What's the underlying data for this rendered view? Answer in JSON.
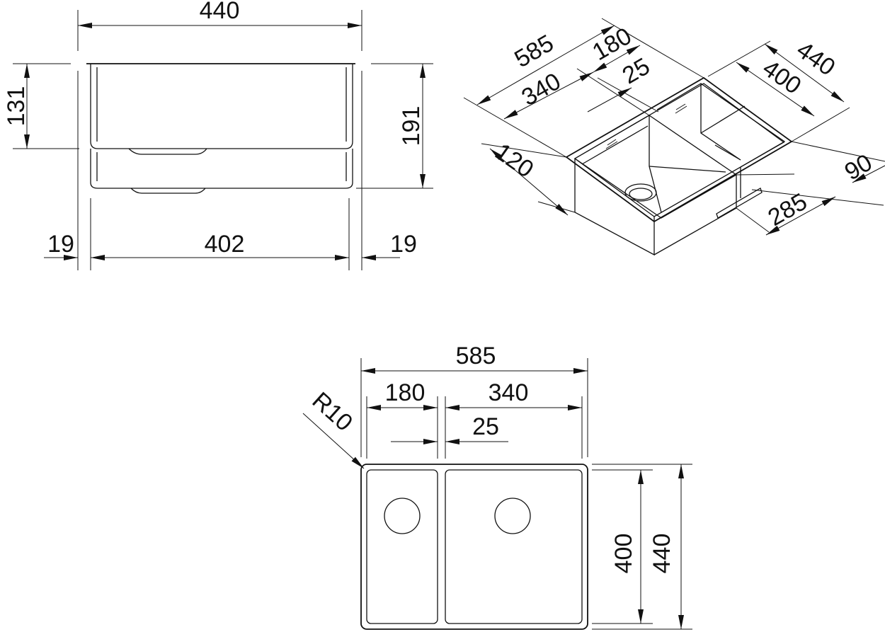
{
  "front_view": {
    "dims": {
      "overall_width": "440",
      "bowl_width": "402",
      "left_flange": "19",
      "right_flange": "19",
      "small_bowl_depth": "131",
      "large_bowl_depth": "191"
    }
  },
  "iso_view": {
    "dims": {
      "total_length": "585",
      "small_bowl_width": "180",
      "large_bowl_width": "340",
      "divider": "25",
      "total_depth": "440",
      "inner_depth": "400",
      "left_offset": "120",
      "drain_offset": "285",
      "right_offset": "90"
    }
  },
  "plan_view": {
    "dims": {
      "total_length": "585",
      "small_bowl_width": "180",
      "large_bowl_width": "340",
      "divider": "25",
      "corner_radius": "R10",
      "inner_depth": "400",
      "total_depth": "440"
    }
  }
}
